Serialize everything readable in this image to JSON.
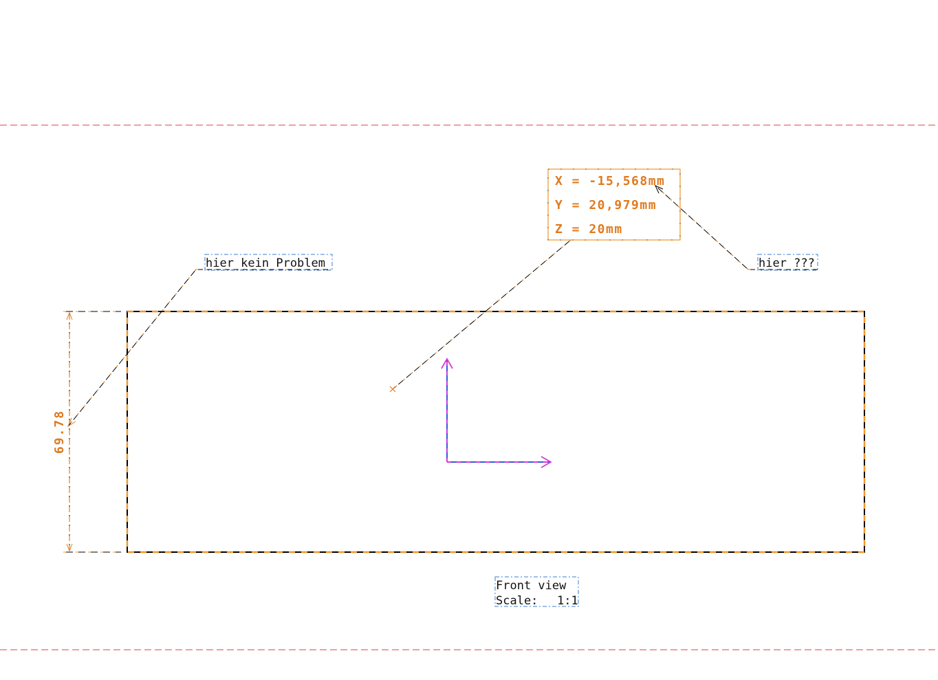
{
  "view": {
    "name": "Front view",
    "scale_label": "Scale:",
    "scale_value": "1:1"
  },
  "annotations": {
    "left_note": "hier kein Problem",
    "right_note": "hier ???"
  },
  "coordinates": {
    "x": "X = -15,568mm",
    "y": "Y = 20,979mm",
    "z": "Z = 20mm"
  },
  "dimension": {
    "height": "69.78"
  },
  "colors": {
    "outline_orange": "#f0962a",
    "outline_black": "#000000",
    "text_orange": "#e07a1f",
    "frame_blue": "#3a7dd8",
    "border_red": "#e04040",
    "axis_blue": "#3a55e0",
    "axis_magenta": "#d83ad8"
  }
}
